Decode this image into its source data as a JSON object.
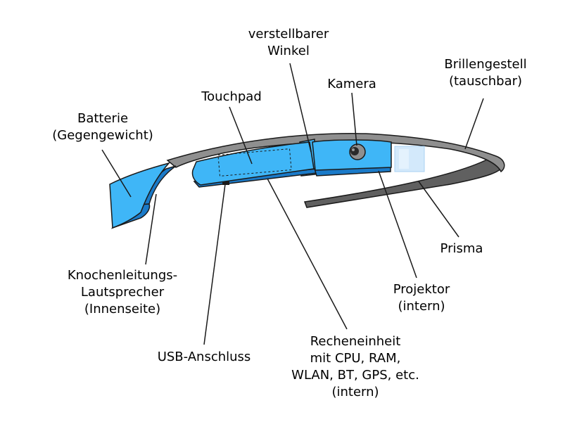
{
  "labels": {
    "batterie": [
      "Batterie",
      "(Gegengewicht)"
    ],
    "touchpad": [
      "Touchpad"
    ],
    "winkel": [
      "verstellbarer",
      "Winkel"
    ],
    "kamera": [
      "Kamera"
    ],
    "brillengestell": [
      "Brillengestell",
      "(tauschbar)"
    ],
    "prisma": [
      "Prisma"
    ],
    "projektor": [
      "Projektor",
      "(intern)"
    ],
    "knochen": [
      "Knochenleitungs-",
      "Lautsprecher",
      "(Innenseite)"
    ],
    "usb": [
      "USB-Anschluss"
    ],
    "recheneinheit": [
      "Recheneinheit",
      "mit CPU, RAM,",
      "WLAN, BT, GPS, etc.",
      "(intern)"
    ]
  },
  "colors": {
    "device_light": "#3fb6f7",
    "device_dark": "#1a7ac8",
    "frame": "#8f8f8f",
    "frame_dark": "#555555",
    "prism": "#cfe7fb",
    "outline": "#1a1a1a"
  }
}
